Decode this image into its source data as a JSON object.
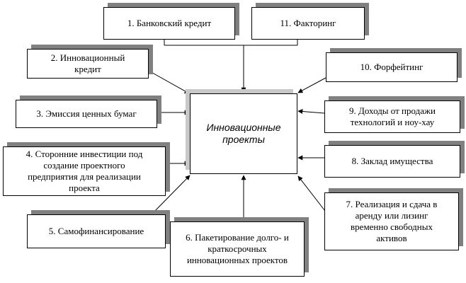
{
  "diagram": {
    "center": {
      "label": "Инновационные\nпроекты"
    },
    "sources": [
      {
        "id": "n1",
        "label": "1. Банковский кредит"
      },
      {
        "id": "n2",
        "label": "2. Инновационный\nкредит"
      },
      {
        "id": "n3",
        "label": "3. Эмиссия ценных бумаг"
      },
      {
        "id": "n4",
        "label": "4. Сторонние инвестиции под\nсоздание проектного\nпредприятия для реализации\nпроекта"
      },
      {
        "id": "n5",
        "label": "5.  Самофинансирование"
      },
      {
        "id": "n6",
        "label": "6. Пакетирование долго- и\nкраткосрочных\nинновационных проектов"
      },
      {
        "id": "n7",
        "label": "7. Реализация и сдача в\nаренду или лизинг\nвременно свободных\nактивов"
      },
      {
        "id": "n8",
        "label": "8. Заклад имущества"
      },
      {
        "id": "n9",
        "label": "9. Доходы от продажи\nтехнологий и ноу-хау"
      },
      {
        "id": "n10",
        "label": "10. Форфейтинг"
      },
      {
        "id": "n11",
        "label": "11. Факторинг"
      }
    ],
    "colors": {
      "line": "#000000",
      "shadow": "#808080",
      "border": "#000000"
    }
  }
}
